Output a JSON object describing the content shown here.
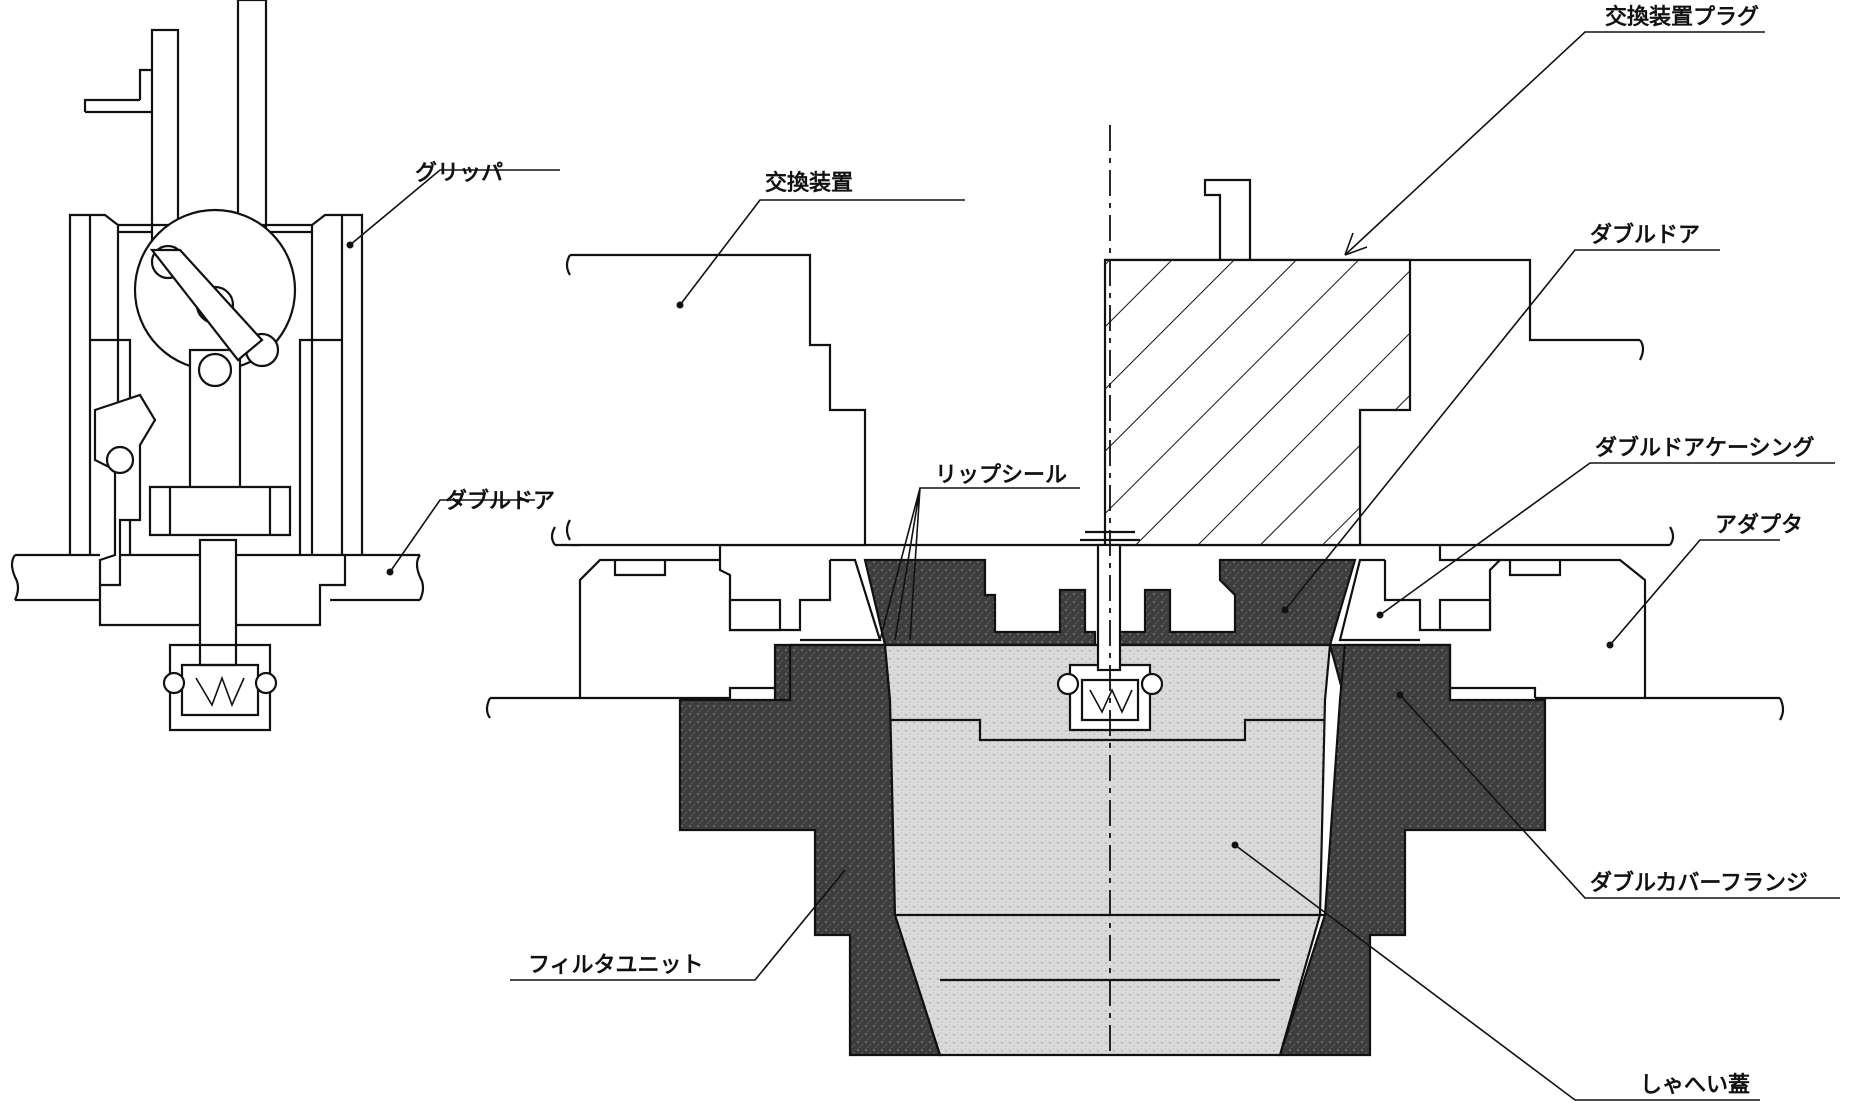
{
  "labels": {
    "gripper": "グリッパ",
    "double_door_left": "ダブルドア",
    "exchanger": "交換装置",
    "exchanger_plug": "交換装置プラグ",
    "double_door_right": "ダブルドア",
    "lip_seal": "リップシール",
    "double_door_casing": "ダブルドアケーシング",
    "adapter": "アダプタ",
    "double_cover_flange": "ダブルカバーフランジ",
    "filter_unit": "フィルタユニット",
    "shielding_lid": "しゃへい蓋"
  },
  "colors": {
    "line": "#111111",
    "dark_fill": "#3a3a3a",
    "light_fill": "#d6d6d6",
    "background": "#ffffff"
  }
}
